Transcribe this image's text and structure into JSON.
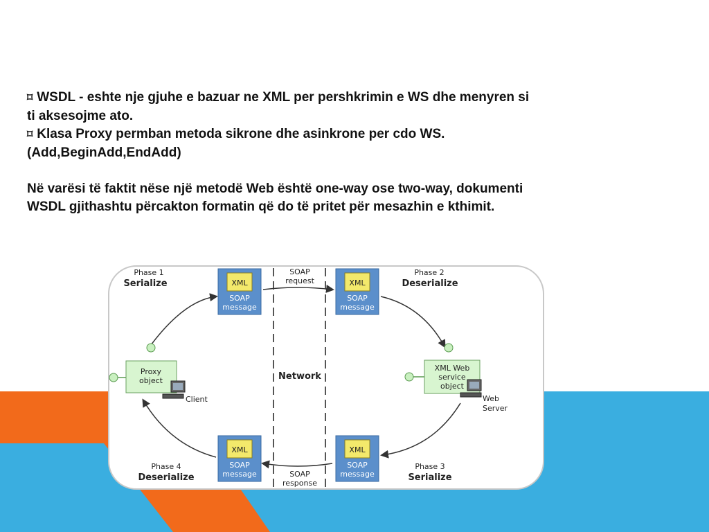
{
  "colors": {
    "orange": "#f26a1b",
    "blue": "#3aaee0",
    "diagram_blue": "#4f86c6",
    "xml_yellow": "#f3e96b",
    "proxy_green": "#d8f5d0",
    "line": "#333333"
  },
  "text": {
    "bullet_icon": "⌑",
    "b1_line1": "WSDL - eshte nje gjuhe e bazuar ne XML per pershkrimin e WS dhe menyren si",
    "b1_line2": "ti aksesojme ato.",
    "b2_line1": "Klasa Proxy permban metoda sikrone dhe asinkrone per cdo WS.",
    "b2_line2": "(Add,BeginAdd,EndAdd)",
    "p_line1": "Në varësi të faktit nëse një metodë Web është one-way ose two-way, dokumenti",
    "p_line2": "WSDL gjithashtu përcakton formatin që do të pritet për mesazhin e kthimit."
  },
  "diagram": {
    "phase1_a": "Phase 1",
    "phase1_b": "Serialize",
    "phase2_a": "Phase 2",
    "phase2_b": "Deserialize",
    "phase3_a": "Phase 3",
    "phase3_b": "Serialize",
    "phase4_a": "Phase 4",
    "phase4_b": "Deserialize",
    "xml": "XML",
    "soap": "SOAP",
    "message": "message",
    "req_a": "SOAP",
    "req_b": "request",
    "resp_a": "SOAP",
    "resp_b": "response",
    "network": "Network",
    "proxy_a": "Proxy",
    "proxy_b": "object",
    "client": "Client",
    "service_a": "XML Web",
    "service_b": "service",
    "service_c": "object",
    "web": "Web",
    "server": "Server"
  }
}
